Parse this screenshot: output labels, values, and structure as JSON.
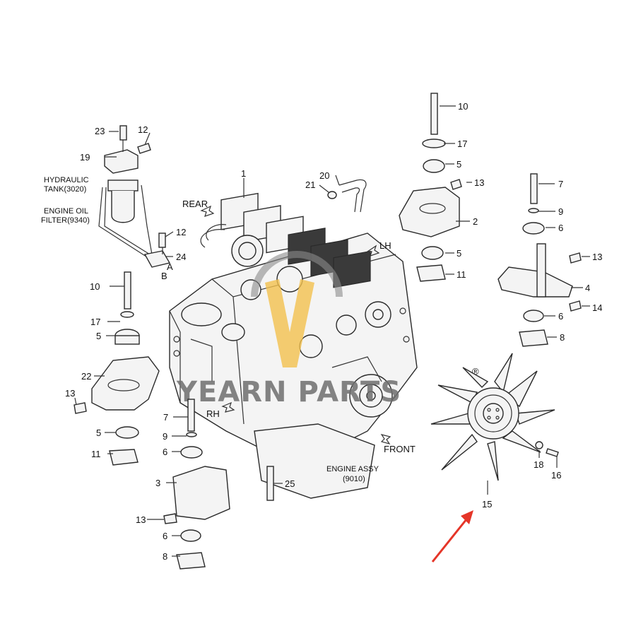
{
  "watermark": {
    "text": "YEARN PARTS",
    "registered": "®",
    "color": "#f2c14e"
  },
  "annotations": {
    "hydraulic_tank": [
      "HYDRAULIC",
      "TANK(3020)"
    ],
    "engine_oil_filter": [
      "ENGINE OIL",
      "FILTER(9340)"
    ],
    "engine_assy": [
      "ENGINE ASSY",
      "(9010)"
    ],
    "point_a": "A",
    "point_b": "B"
  },
  "directions": {
    "rear": "REAR",
    "lh": "LH",
    "rh": "RH",
    "front": "FRONT"
  },
  "callouts": {
    "c1": "1",
    "c2": "2",
    "c3": "3",
    "c4": "4",
    "c5a": "5",
    "c5b": "5",
    "c5c": "5",
    "c5d": "5",
    "c6a": "6",
    "c6b": "6",
    "c6c": "6",
    "c6d": "6",
    "c7a": "7",
    "c7b": "7",
    "c8a": "8",
    "c8b": "8",
    "c9a": "9",
    "c9b": "9",
    "c10a": "10",
    "c10b": "10",
    "c11a": "11",
    "c11b": "11",
    "c12a": "12",
    "c12b": "12",
    "c13a": "13",
    "c13b": "13",
    "c13c": "13",
    "c13d": "13",
    "c14": "14",
    "c15": "15",
    "c16": "16",
    "c17a": "17",
    "c17b": "17",
    "c18": "18",
    "c19": "19",
    "c20": "20",
    "c21": "21",
    "c22": "22",
    "c23": "23",
    "c24": "24",
    "c25": "25"
  },
  "pointer_arrow_color": "#e53528"
}
